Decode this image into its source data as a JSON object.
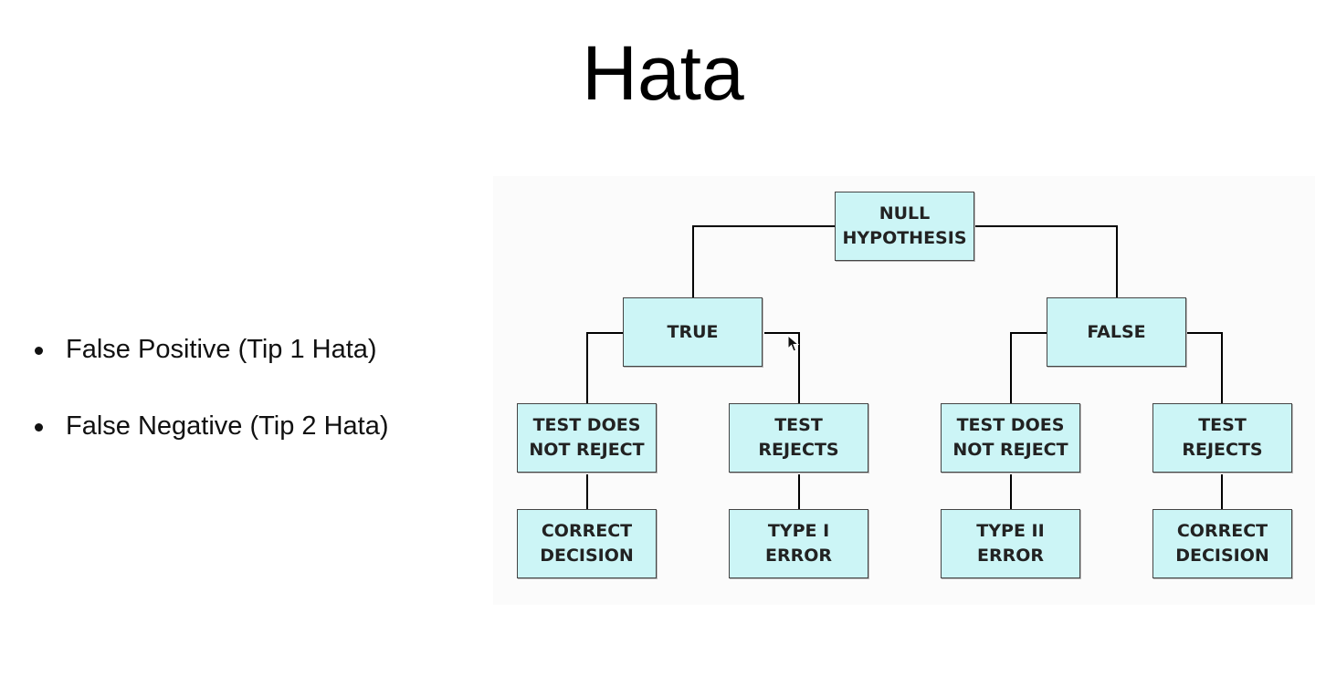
{
  "slide": {
    "title": "Hata",
    "bullets": [
      "False Positive (Tip 1 Hata)",
      "False Negative (Tip 2 Hata)"
    ]
  },
  "diagram": {
    "colors": {
      "node_fill": "#ccf5f6",
      "node_border": "#444444",
      "edge": "#000000"
    },
    "nodes": {
      "root": "NULL\nHYPOTHESIS",
      "true": "TRUE",
      "false": "FALSE",
      "true_not_reject": "TEST DOES\nNOT REJECT",
      "true_rejects": "TEST\nREJECTS",
      "false_not_reject": "TEST DOES\nNOT REJECT",
      "false_rejects": "TEST\nREJECTS",
      "true_not_reject_outcome": "CORRECT\nDECISION",
      "true_rejects_outcome": "TYPE I\nERROR",
      "false_not_reject_outcome": "TYPE II\nERROR",
      "false_rejects_outcome": "CORRECT\nDECISION"
    },
    "edges": [
      [
        "root",
        "true"
      ],
      [
        "root",
        "false"
      ],
      [
        "true",
        "true_not_reject"
      ],
      [
        "true",
        "true_rejects"
      ],
      [
        "false",
        "false_not_reject"
      ],
      [
        "false",
        "false_rejects"
      ],
      [
        "true_not_reject",
        "true_not_reject_outcome"
      ],
      [
        "true_rejects",
        "true_rejects_outcome"
      ],
      [
        "false_not_reject",
        "false_not_reject_outcome"
      ],
      [
        "false_rejects",
        "false_rejects_outcome"
      ]
    ]
  },
  "cursor_icon": "mouse-pointer-icon"
}
